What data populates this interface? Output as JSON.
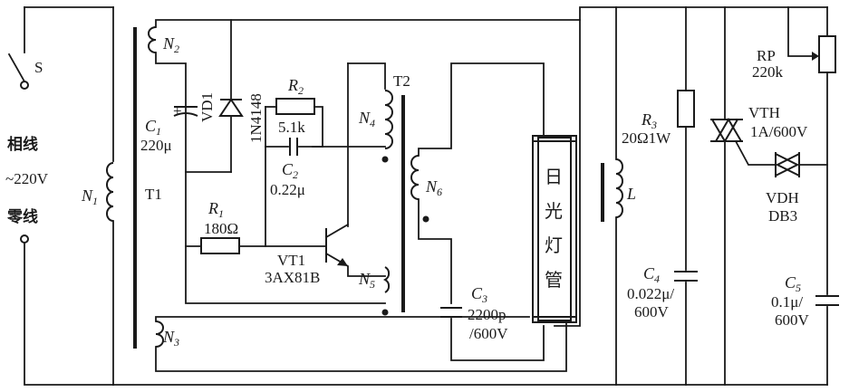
{
  "switch": {
    "name": "S"
  },
  "mains": {
    "phase": "相线",
    "voltage": "~220V",
    "neutral": "零线"
  },
  "transformer_t1": {
    "name": "T1",
    "primary": "N",
    "primary_sub": "1",
    "winding2": "N",
    "winding2_sub": "2",
    "winding3": "N",
    "winding3_sub": "3"
  },
  "transformer_t2": {
    "name": "T2",
    "w4": "N",
    "w4_sub": "4",
    "w5": "N",
    "w5_sub": "5",
    "w6": "N",
    "w6_sub": "6"
  },
  "c1": {
    "name": "C",
    "sub": "1",
    "value": "220μ",
    "plus": "+"
  },
  "vd1": {
    "name": "VD1",
    "part": "1N4148"
  },
  "r2": {
    "name": "R",
    "sub": "2",
    "value": "5.1k"
  },
  "c2": {
    "name": "C",
    "sub": "2",
    "value": "0.22μ"
  },
  "r1": {
    "name": "R",
    "sub": "1",
    "value": "180Ω"
  },
  "vt1": {
    "name": "VT1",
    "part": "3AX81B"
  },
  "c3": {
    "name": "C",
    "sub": "3",
    "value1": "2200p",
    "value2": "/600V"
  },
  "lamp": {
    "chars": [
      "日",
      "光",
      "灯",
      "管"
    ]
  },
  "l": {
    "name": "L"
  },
  "r3": {
    "name": "R",
    "sub": "3",
    "value": "20Ω1W"
  },
  "c4": {
    "name": "C",
    "sub": "4",
    "value1": "0.022μ/",
    "value2": "600V"
  },
  "vth": {
    "name": "VTH",
    "rating": "1A/600V"
  },
  "vdh": {
    "name": "VDH",
    "part": "DB3"
  },
  "rp": {
    "name": "RP",
    "value": "220k"
  },
  "c5": {
    "name": "C",
    "sub": "5",
    "value1": "0.1μ/",
    "value2": "600V"
  }
}
